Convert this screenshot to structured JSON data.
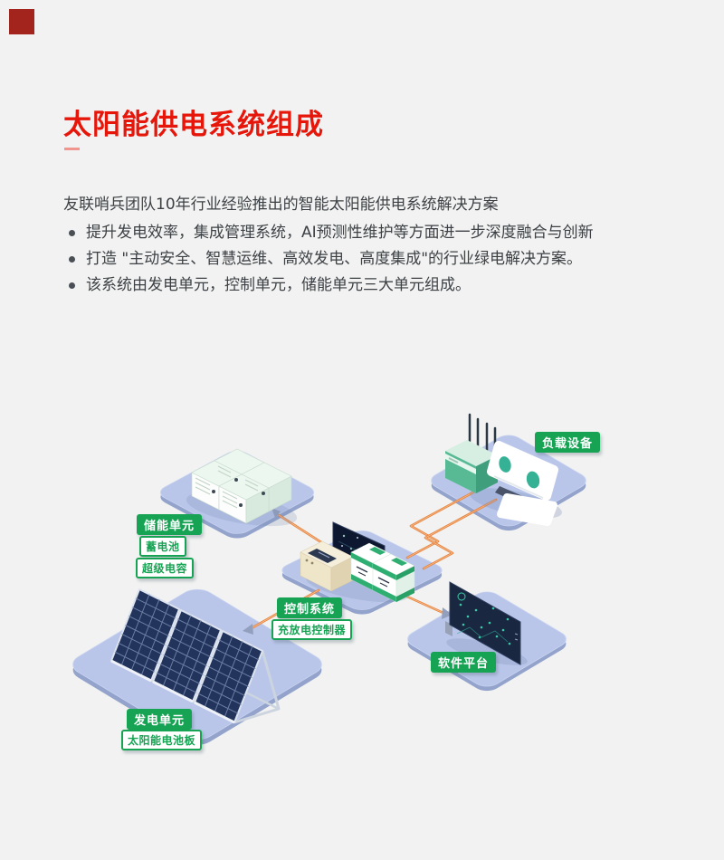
{
  "header": {
    "title": "太阳能供电系统组成"
  },
  "intro": {
    "lead": "友联哨兵团队10年行业经验推出的智能太阳能供电系统解决方案",
    "bullets": [
      "提升发电效率，集成管理系统，AI预测性维护等方面进一步深度融合与创新",
      "打造 \"主动安全、智慧运维、高效发电、高度集成\"的行业绿电解决方案。",
      "该系统由发电单元，控制单元，储能单元三大单元组成。"
    ]
  },
  "diagram": {
    "labels": {
      "storage_unit": "储能单元",
      "battery": "蓄电池",
      "supercapacitor": "超级电容",
      "load_devices": "负载设备",
      "control_system": "控制系统",
      "charge_discharge_controller": "充放电控制器",
      "software_platform": "软件平台",
      "generation_unit": "发电单元",
      "solar_panel": "太阳能电池板"
    },
    "colors": {
      "accent_red": "#e7160b",
      "badge_green": "#16a353",
      "platform_blue": "#b9c6ea",
      "wire_orange": "#e8823c",
      "panel_navy": "#22335c"
    }
  }
}
